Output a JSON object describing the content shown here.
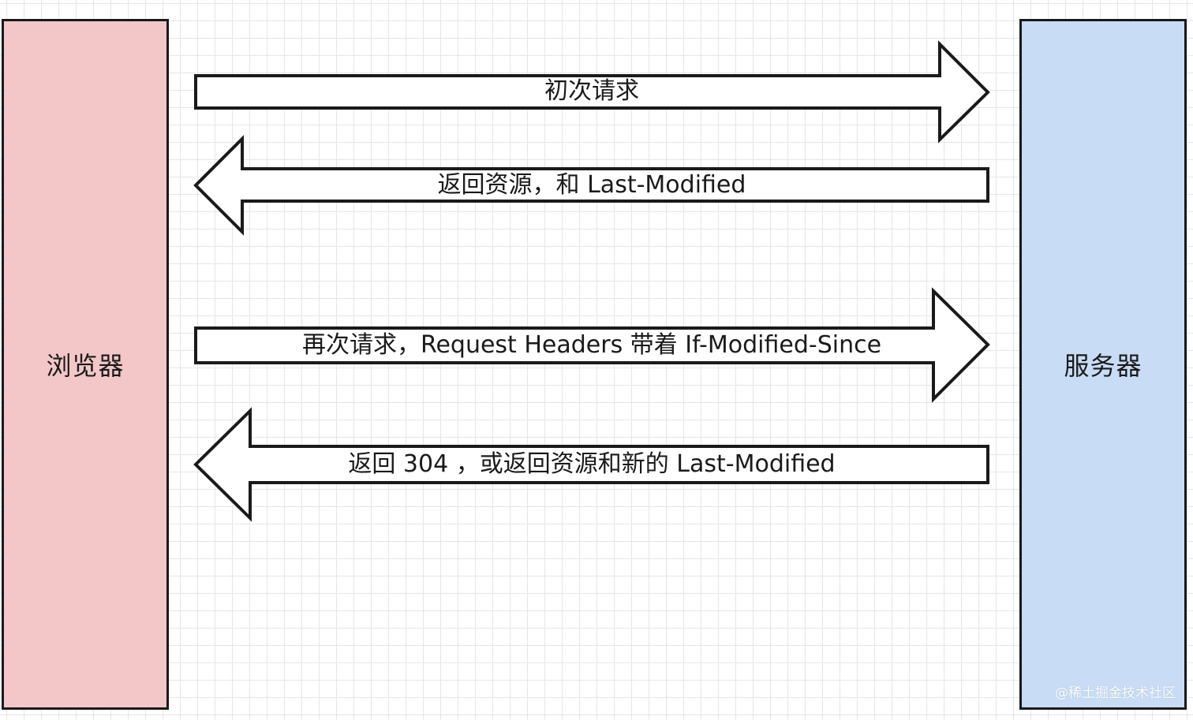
{
  "nodes": {
    "browser": {
      "label": "浏览器",
      "color": "#f3c7c8"
    },
    "server": {
      "label": "服务器",
      "color": "#c9dcf6"
    }
  },
  "flows": [
    {
      "direction": "right",
      "label": "初次请求"
    },
    {
      "direction": "left",
      "label": "返回资源，和 Last-Modified"
    },
    {
      "direction": "right",
      "label": "再次请求，Request Headers 带着 If-Modified-Since"
    },
    {
      "direction": "left",
      "label": "返回 304 ，或返回资源和新的 Last-Modified"
    }
  ],
  "watermark": "@稀土掘金技术社区"
}
